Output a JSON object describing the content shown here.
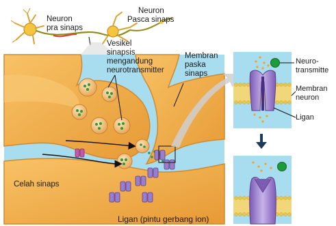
{
  "labels": {
    "neuron_pre": [
      "Neuron",
      "pra sinaps"
    ],
    "neuron_post": [
      "Neuron",
      "Pasca sinaps"
    ],
    "vesicle": [
      "Vesikel",
      "sinapsis",
      "mengandung",
      "neurotransmitter"
    ],
    "postsyn_membrane": [
      "Membran",
      "paska",
      "sinaps"
    ],
    "synaptic_cleft": "Celah sinaps",
    "ligand_caption": "Ligan (pintu gerbang ion)",
    "neurotransmitter": [
      "Neuro-",
      "transmitte"
    ],
    "neuron_membrane": [
      "Membran",
      "neuron"
    ],
    "ligand": "Ligan"
  },
  "colors": {
    "background_fluid": "#a8dcef",
    "neuron_body": "#f5b04a",
    "neuron_dark": "#d98a24",
    "vesicle": "#f7c98a",
    "neurotransmitter": "#2a9a3a",
    "ion_channel": "#9b7ec9",
    "membrane": "#e8c64a"
  }
}
